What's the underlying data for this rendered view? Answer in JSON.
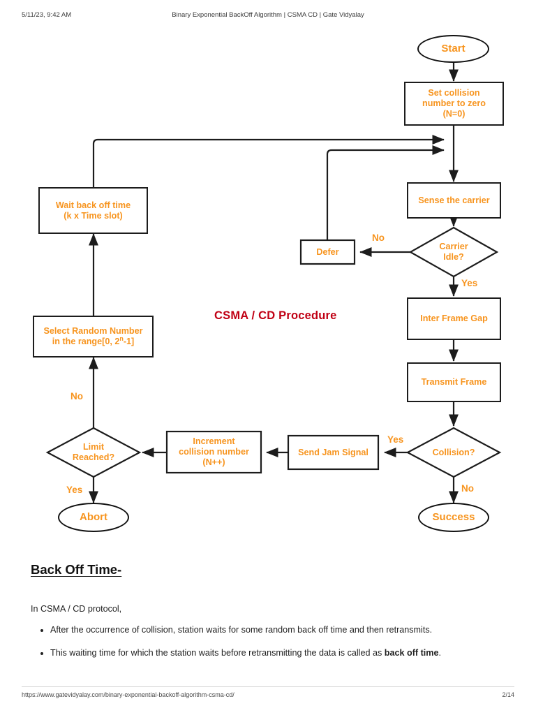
{
  "header": {
    "date": "5/11/23, 9:42 AM",
    "doc_title": "Binary Exponential BackOff Algorithm | CSMA CD | Gate Vidyalay"
  },
  "footer": {
    "url": "https://www.gatevidyalay.com/binary-exponential-backoff-algorithm-csma-cd/",
    "page": "2/14"
  },
  "flowchart": {
    "title": "CSMA / CD Procedure",
    "accent_color": "#F7941E",
    "title_color": "#C00014",
    "line_color": "#1c1c1c",
    "nodes": {
      "start": "Start",
      "set_collision": "Set collision number to zero (N=0)",
      "set_collision_l1": "Set collision",
      "set_collision_l2": "number to zero",
      "set_collision_l3": "(N=0)",
      "sense_carrier": "Sense the carrier",
      "carrier_idle_l1": "Carrier",
      "carrier_idle_l2": "Idle?",
      "defer": "Defer",
      "inter_frame_gap": "Inter Frame Gap",
      "transmit_frame": "Transmit Frame",
      "collision": "Collision?",
      "success": "Success",
      "send_jam_signal": "Send Jam Signal",
      "increment_l1": "Increment",
      "increment_l2": "collision number",
      "increment_l3": "(N++)",
      "limit_reached_l1": "Limit",
      "limit_reached_l2": "Reached?",
      "abort": "Abort",
      "wait_backoff_l1": "Wait back off time",
      "wait_backoff_l2": "(k x Time slot)",
      "select_random_l1": "Select Random Number",
      "select_random_l2a": "in the range[0, 2",
      "select_random_exp": "n",
      "select_random_l2b": "-1]"
    },
    "edge_labels": {
      "carrier_idle_no": "No",
      "carrier_idle_yes": "Yes",
      "collision_yes": "Yes",
      "collision_no": "No",
      "limit_reached_no": "No",
      "limit_reached_yes": "Yes"
    }
  },
  "article": {
    "heading": "Back Off Time-",
    "intro": "In CSMA / CD protocol,",
    "bullets": [
      {
        "text_before": "After the occurrence of collision, station waits for some random back off time and then retransmits.",
        "bold": "",
        "text_after": ""
      },
      {
        "text_before": "This waiting time for which the station waits before retransmitting the data is called as ",
        "bold": "back off time",
        "text_after": "."
      }
    ]
  }
}
